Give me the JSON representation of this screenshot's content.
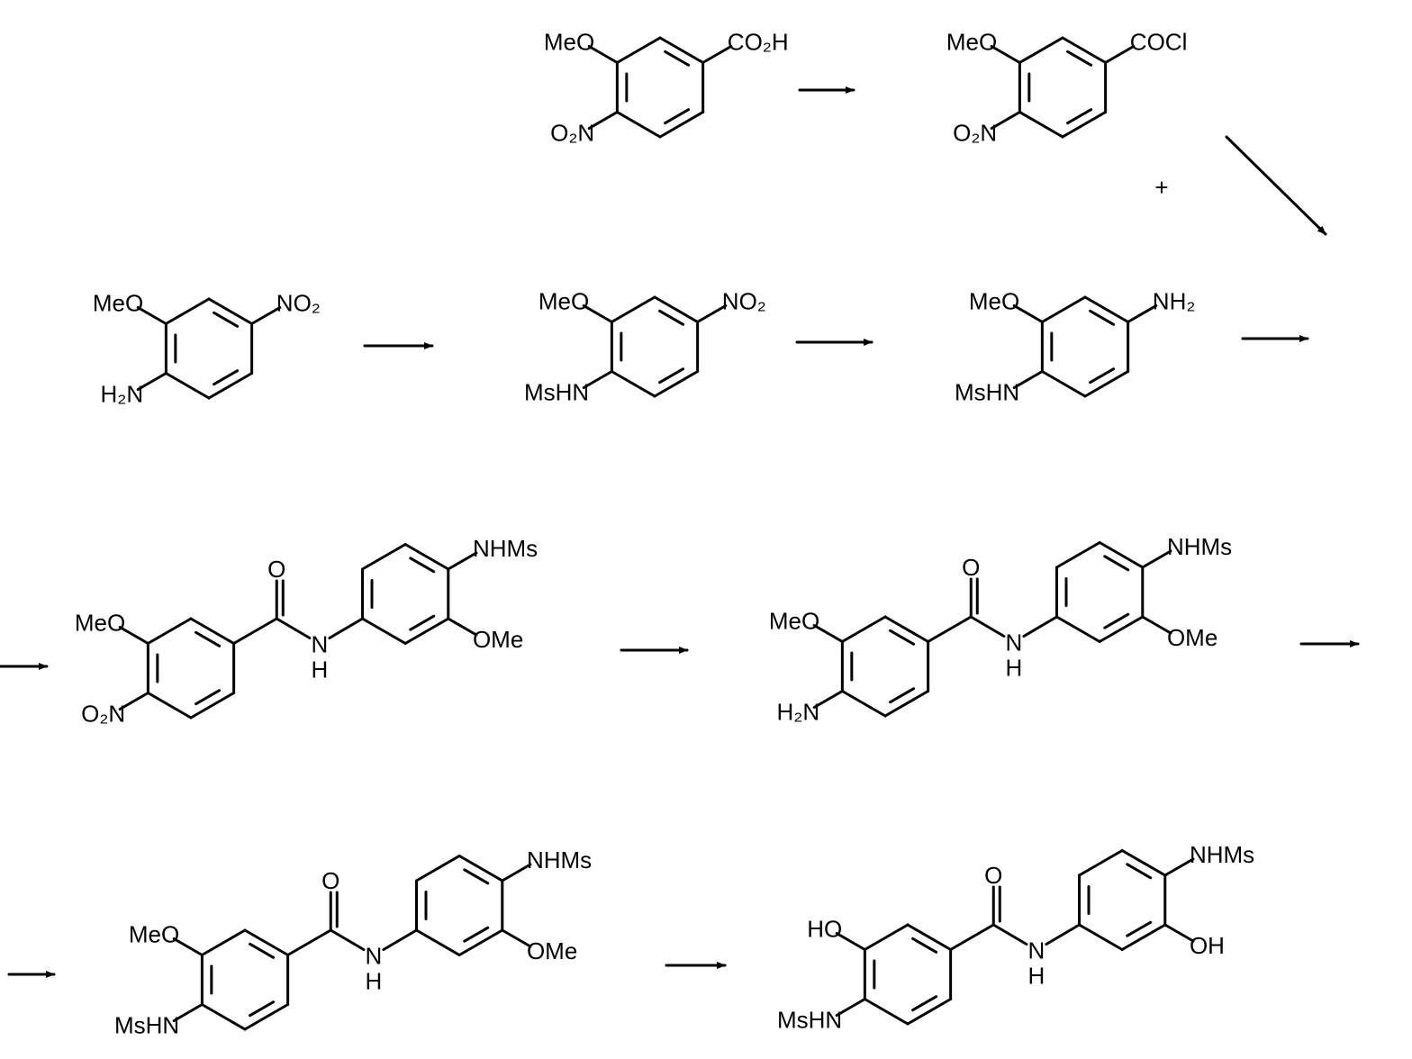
{
  "scheme": {
    "plus_sign": "+",
    "molecules": [
      {
        "name": "acid",
        "labels": [
          "MeO",
          "O₂N",
          "CO₂H"
        ]
      },
      {
        "name": "acid-chloride",
        "labels": [
          "MeO",
          "O₂N",
          "COCl"
        ]
      },
      {
        "name": "nitroaniline",
        "labels": [
          "MeO",
          "NO₂",
          "H₂N"
        ]
      },
      {
        "name": "mesyl-nitro",
        "labels": [
          "MeO",
          "NO₂",
          "MsHN"
        ]
      },
      {
        "name": "mesyl-amine",
        "labels": [
          "MeO",
          "NH₂",
          "MsHN"
        ]
      },
      {
        "name": "nitro-amide",
        "labels": [
          "MeO",
          "O₂N",
          "O",
          "N",
          "H",
          "NHMs",
          "OMe"
        ]
      },
      {
        "name": "amino-amide",
        "labels": [
          "MeO",
          "H₂N",
          "O",
          "N",
          "H",
          "NHMs",
          "OMe"
        ]
      },
      {
        "name": "bis-mesyl-amide",
        "labels": [
          "MeO",
          "MsHN",
          "O",
          "N",
          "H",
          "NHMs",
          "OMe"
        ]
      },
      {
        "name": "final-product",
        "labels": [
          "HO",
          "MsHN",
          "O",
          "N",
          "H",
          "NHMs",
          "OH"
        ]
      }
    ]
  }
}
